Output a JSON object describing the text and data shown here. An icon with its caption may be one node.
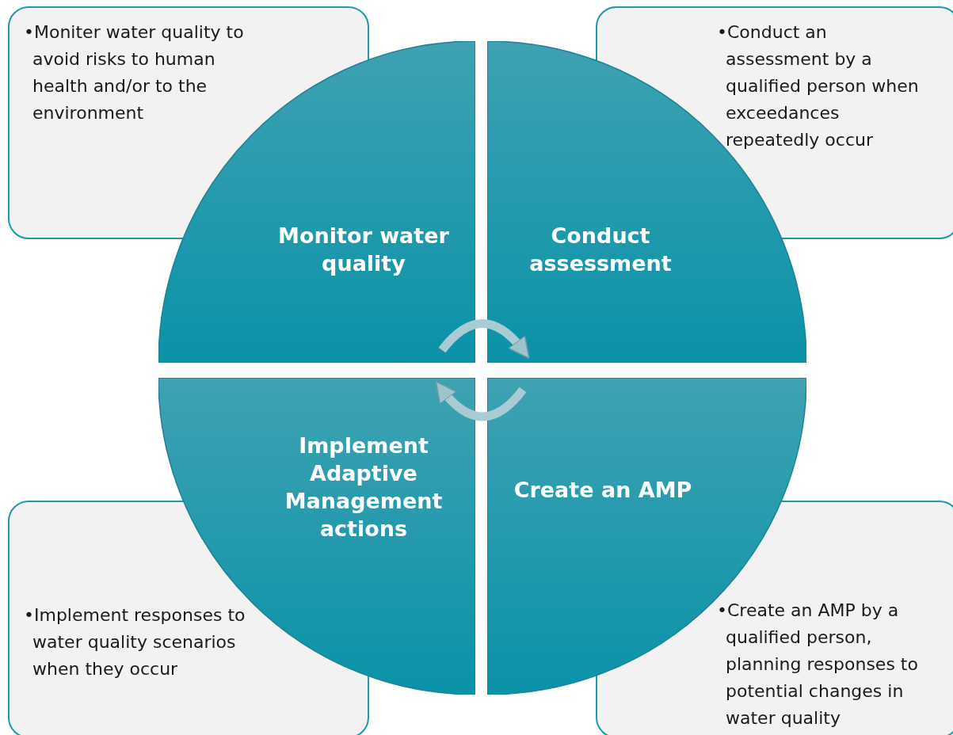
{
  "diagram": {
    "nodes": [
      {
        "text": [
          "Monitor water quality"
        ]
      },
      {
        "text": [
          "Conduct assessment"
        ]
      },
      {
        "text": [
          "Implement Adaptive Management actions"
        ]
      },
      {
        "text": [
          "Create an AMP"
        ]
      },
      {
        "text": [
          "•Moniter water quality to avoid risks to human health and/or to the environment"
        ]
      },
      {
        "text": [
          "•Conduct an assessment by a qualified person when exceedances repeatedly occur"
        ]
      },
      {
        "text": [
          "•Implement responses to water quality scenarios when they occur"
        ]
      },
      {
        "text": [
          "•Create an AMP by a qualified person, planning responses to potential changes in water quality"
        ]
      }
    ],
    "edges": [
      {
        "from": 0,
        "to": 1,
        "arrow": "to"
      },
      {
        "from": 3,
        "to": 2,
        "arrow": "to"
      }
    ]
  }
}
